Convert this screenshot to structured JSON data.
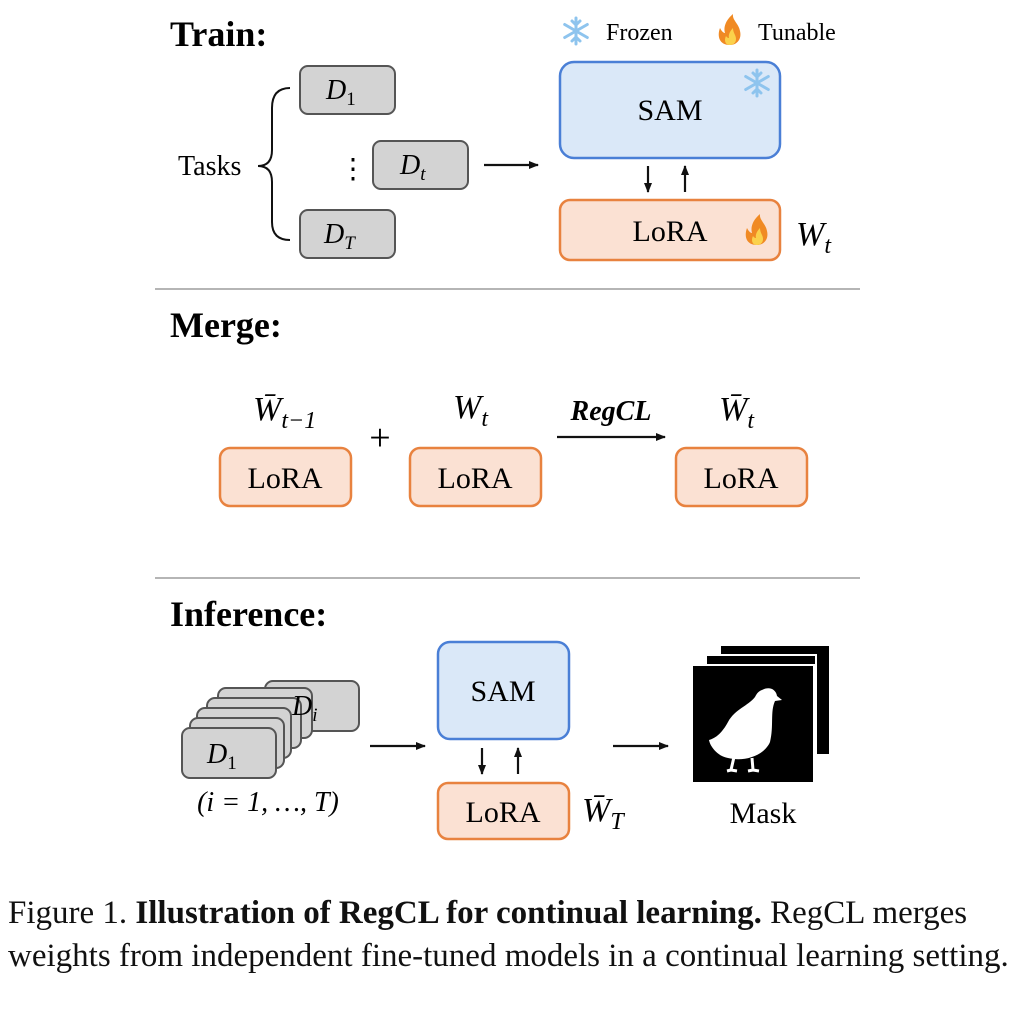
{
  "legend": {
    "frozen": "Frozen",
    "tunable": "Tunable"
  },
  "train": {
    "title": "Train:",
    "tasks_label": "Tasks",
    "d1": "D",
    "d1_sub": "1",
    "dt": "D",
    "dt_sub": "t",
    "dT": "D",
    "dT_sub": "T",
    "vdots": "⋮",
    "sam": "SAM",
    "lora": "LoRA",
    "weight": "W",
    "weight_sub": "t"
  },
  "merge": {
    "title": "Merge:",
    "prev_weight": "W̄",
    "prev_weight_sub": "t−1",
    "plus": "+",
    "cur_weight": "W",
    "cur_weight_sub": "t",
    "method": "RegCL",
    "out_weight": "W̄",
    "out_weight_sub": "t",
    "lora1": "LoRA",
    "lora2": "LoRA",
    "lora3": "LoRA"
  },
  "inference": {
    "title": "Inference:",
    "di": "D",
    "di_sub": "i",
    "d1": "D",
    "d1_sub": "1",
    "range": "(i = 1, …, T)",
    "sam": "SAM",
    "lora": "LoRA",
    "weight": "W̄",
    "weight_sub": "T",
    "mask": "Mask"
  },
  "caption": {
    "prefix": "Figure 1. ",
    "bold": "Illustration of RegCL for continual learning.",
    "rest": " RegCL merges weights from independent fine-tuned models in a continual learning setting."
  },
  "colors": {
    "sam_fill": "#dae8f8",
    "sam_stroke": "#4a7fd6",
    "lora_fill": "#fbe1d3",
    "lora_stroke": "#e8823f",
    "data_fill": "#d3d3d3",
    "data_stroke": "#555555",
    "divider": "#b5b5b5"
  }
}
